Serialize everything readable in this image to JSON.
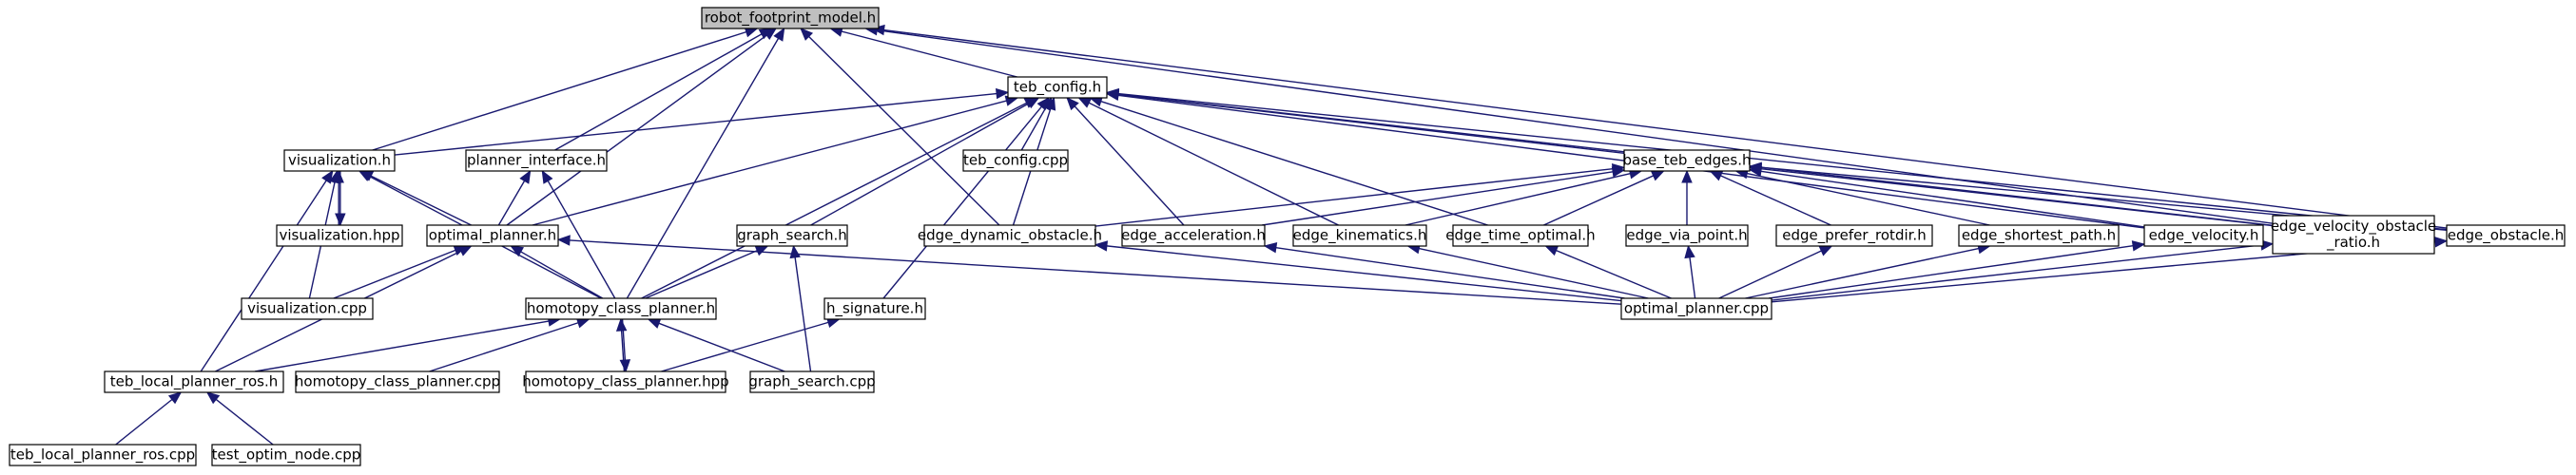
{
  "graph": {
    "root": "robot_footprint_model.h",
    "colors": {
      "edge": "#191970",
      "root_fill": "#bfbfbf",
      "node_fill": "#ffffff",
      "border": "#000000"
    },
    "nodes": {
      "rfm": {
        "lines": [
          "robot_footprint_model.h"
        ],
        "root": true
      },
      "teb_config": {
        "lines": [
          "teb_config.h"
        ]
      },
      "visualization_h": {
        "lines": [
          "visualization.h"
        ]
      },
      "planner_interface": {
        "lines": [
          "planner_interface.h"
        ]
      },
      "teb_config_cpp": {
        "lines": [
          "teb_config.cpp"
        ]
      },
      "base_teb_edges": {
        "lines": [
          "base_teb_edges.h"
        ]
      },
      "visualization_hpp": {
        "lines": [
          "visualization.hpp"
        ]
      },
      "optimal_planner_h": {
        "lines": [
          "optimal_planner.h"
        ]
      },
      "graph_search_h": {
        "lines": [
          "graph_search.h"
        ]
      },
      "edge_dynamic_obstacle": {
        "lines": [
          "edge_dynamic_obstacle.h"
        ]
      },
      "edge_acceleration": {
        "lines": [
          "edge_acceleration.h"
        ]
      },
      "edge_kinematics": {
        "lines": [
          "edge_kinematics.h"
        ]
      },
      "edge_time_optimal": {
        "lines": [
          "edge_time_optimal.h"
        ]
      },
      "edge_via_point": {
        "lines": [
          "edge_via_point.h"
        ]
      },
      "edge_prefer_rotdir": {
        "lines": [
          "edge_prefer_rotdir.h"
        ]
      },
      "edge_shortest_path": {
        "lines": [
          "edge_shortest_path.h"
        ]
      },
      "edge_velocity": {
        "lines": [
          "edge_velocity.h"
        ]
      },
      "edge_velocity_obstacle_ratio": {
        "lines": [
          "edge_velocity_obstacle",
          "_ratio.h"
        ]
      },
      "edge_obstacle": {
        "lines": [
          "edge_obstacle.h"
        ]
      },
      "visualization_cpp": {
        "lines": [
          "visualization.cpp"
        ]
      },
      "homotopy_class_planner_h": {
        "lines": [
          "homotopy_class_planner.h"
        ]
      },
      "h_signature": {
        "lines": [
          "h_signature.h"
        ]
      },
      "optimal_planner_cpp": {
        "lines": [
          "optimal_planner.cpp"
        ]
      },
      "teb_local_planner_ros_h": {
        "lines": [
          "teb_local_planner_ros.h"
        ]
      },
      "homotopy_class_planner_cpp": {
        "lines": [
          "homotopy_class_planner.cpp"
        ]
      },
      "homotopy_class_planner_hpp": {
        "lines": [
          "homotopy_class_planner.hpp"
        ]
      },
      "graph_search_cpp": {
        "lines": [
          "graph_search.cpp"
        ]
      },
      "teb_local_planner_ros_cpp": {
        "lines": [
          "teb_local_planner_ros.cpp"
        ]
      },
      "test_optim_node": {
        "lines": [
          "test_optim_node.cpp"
        ]
      }
    },
    "edges": [
      [
        "rfm",
        "teb_config"
      ],
      [
        "rfm",
        "visualization_h"
      ],
      [
        "rfm",
        "planner_interface"
      ],
      [
        "rfm",
        "optimal_planner_h"
      ],
      [
        "rfm",
        "homotopy_class_planner_h"
      ],
      [
        "rfm",
        "edge_dynamic_obstacle"
      ],
      [
        "rfm",
        "edge_velocity_obstacle_ratio"
      ],
      [
        "rfm",
        "edge_obstacle"
      ],
      [
        "teb_config",
        "visualization_h"
      ],
      [
        "teb_config",
        "teb_config_cpp"
      ],
      [
        "teb_config",
        "base_teb_edges"
      ],
      [
        "teb_config",
        "optimal_planner_h"
      ],
      [
        "teb_config",
        "graph_search_h"
      ],
      [
        "teb_config",
        "homotopy_class_planner_h"
      ],
      [
        "teb_config",
        "h_signature"
      ],
      [
        "teb_config",
        "edge_dynamic_obstacle"
      ],
      [
        "teb_config",
        "edge_acceleration"
      ],
      [
        "teb_config",
        "edge_kinematics"
      ],
      [
        "teb_config",
        "edge_time_optimal"
      ],
      [
        "teb_config",
        "edge_velocity"
      ],
      [
        "teb_config",
        "edge_velocity_obstacle_ratio"
      ],
      [
        "teb_config",
        "edge_obstacle"
      ],
      [
        "visualization_h",
        "visualization_hpp"
      ],
      [
        "visualization_hpp",
        "visualization_h"
      ],
      [
        "visualization_h",
        "optimal_planner_h"
      ],
      [
        "visualization_h",
        "visualization_cpp"
      ],
      [
        "visualization_h",
        "homotopy_class_planner_h"
      ],
      [
        "visualization_h",
        "teb_local_planner_ros_h"
      ],
      [
        "planner_interface",
        "optimal_planner_h"
      ],
      [
        "planner_interface",
        "homotopy_class_planner_h"
      ],
      [
        "base_teb_edges",
        "edge_dynamic_obstacle"
      ],
      [
        "base_teb_edges",
        "edge_acceleration"
      ],
      [
        "base_teb_edges",
        "edge_kinematics"
      ],
      [
        "base_teb_edges",
        "edge_time_optimal"
      ],
      [
        "base_teb_edges",
        "edge_via_point"
      ],
      [
        "base_teb_edges",
        "edge_prefer_rotdir"
      ],
      [
        "base_teb_edges",
        "edge_shortest_path"
      ],
      [
        "base_teb_edges",
        "edge_velocity"
      ],
      [
        "base_teb_edges",
        "edge_velocity_obstacle_ratio"
      ],
      [
        "base_teb_edges",
        "edge_obstacle"
      ],
      [
        "optimal_planner_h",
        "visualization_cpp"
      ],
      [
        "optimal_planner_h",
        "homotopy_class_planner_h"
      ],
      [
        "optimal_planner_h",
        "optimal_planner_cpp"
      ],
      [
        "optimal_planner_h",
        "teb_local_planner_ros_h"
      ],
      [
        "graph_search_h",
        "homotopy_class_planner_h"
      ],
      [
        "graph_search_h",
        "graph_search_cpp"
      ],
      [
        "edge_dynamic_obstacle",
        "optimal_planner_cpp"
      ],
      [
        "edge_acceleration",
        "optimal_planner_cpp"
      ],
      [
        "edge_kinematics",
        "optimal_planner_cpp"
      ],
      [
        "edge_time_optimal",
        "optimal_planner_cpp"
      ],
      [
        "edge_via_point",
        "optimal_planner_cpp"
      ],
      [
        "edge_prefer_rotdir",
        "optimal_planner_cpp"
      ],
      [
        "edge_shortest_path",
        "optimal_planner_cpp"
      ],
      [
        "edge_velocity",
        "optimal_planner_cpp"
      ],
      [
        "edge_velocity_obstacle_ratio",
        "optimal_planner_cpp"
      ],
      [
        "edge_obstacle",
        "optimal_planner_cpp"
      ],
      [
        "homotopy_class_planner_h",
        "teb_local_planner_ros_h"
      ],
      [
        "homotopy_class_planner_h",
        "homotopy_class_planner_cpp"
      ],
      [
        "homotopy_class_planner_h",
        "homotopy_class_planner_hpp"
      ],
      [
        "homotopy_class_planner_hpp",
        "homotopy_class_planner_h"
      ],
      [
        "homotopy_class_planner_h",
        "graph_search_cpp"
      ],
      [
        "h_signature",
        "homotopy_class_planner_hpp"
      ],
      [
        "teb_local_planner_ros_h",
        "teb_local_planner_ros_cpp"
      ],
      [
        "teb_local_planner_ros_h",
        "test_optim_node"
      ]
    ]
  }
}
